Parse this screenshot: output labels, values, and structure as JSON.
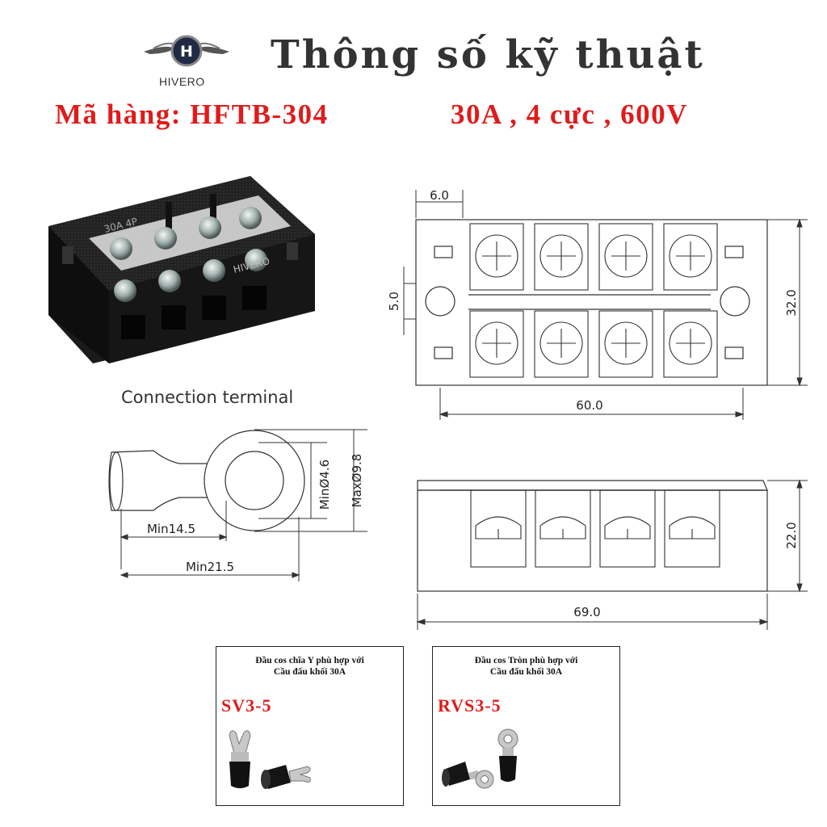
{
  "header": {
    "brand": "HIVERO",
    "brand_letter": "H",
    "title": "Thông số kỹ thuật",
    "product_code_text": "Mã hàng: HFTB-304",
    "spec_text": "30A , 4 cực , 600V"
  },
  "photo": {
    "marking_1": "30A 4P",
    "marking_2": "HIVERO"
  },
  "connection": {
    "label": "Connection terminal",
    "dims": {
      "hole": "MinØ4.6",
      "outer": "MaxØ9.8",
      "min_len_1": "Min14.5",
      "min_len_2": "Min21.5"
    }
  },
  "top_view": {
    "dims": {
      "pitch": "6.0",
      "hole": "5.0",
      "height": "32.0",
      "width": "60.0"
    }
  },
  "side_view": {
    "dims": {
      "height": "22.0",
      "width": "69.0"
    }
  },
  "cards": [
    {
      "desc_line1": "Đầu cos chĩa Y phù hợp với",
      "desc_line2": "Cầu  đấu khối 30A",
      "code": "SV3-5"
    },
    {
      "desc_line1": "Đầu cos Tròn phù hợp với",
      "desc_line2": "Cầu  đấu khối 30A",
      "code": "RVS3-5"
    }
  ],
  "colors": {
    "accent_red": "#e01b1b",
    "block_black": "#1c1c1c",
    "line": "#333333"
  }
}
